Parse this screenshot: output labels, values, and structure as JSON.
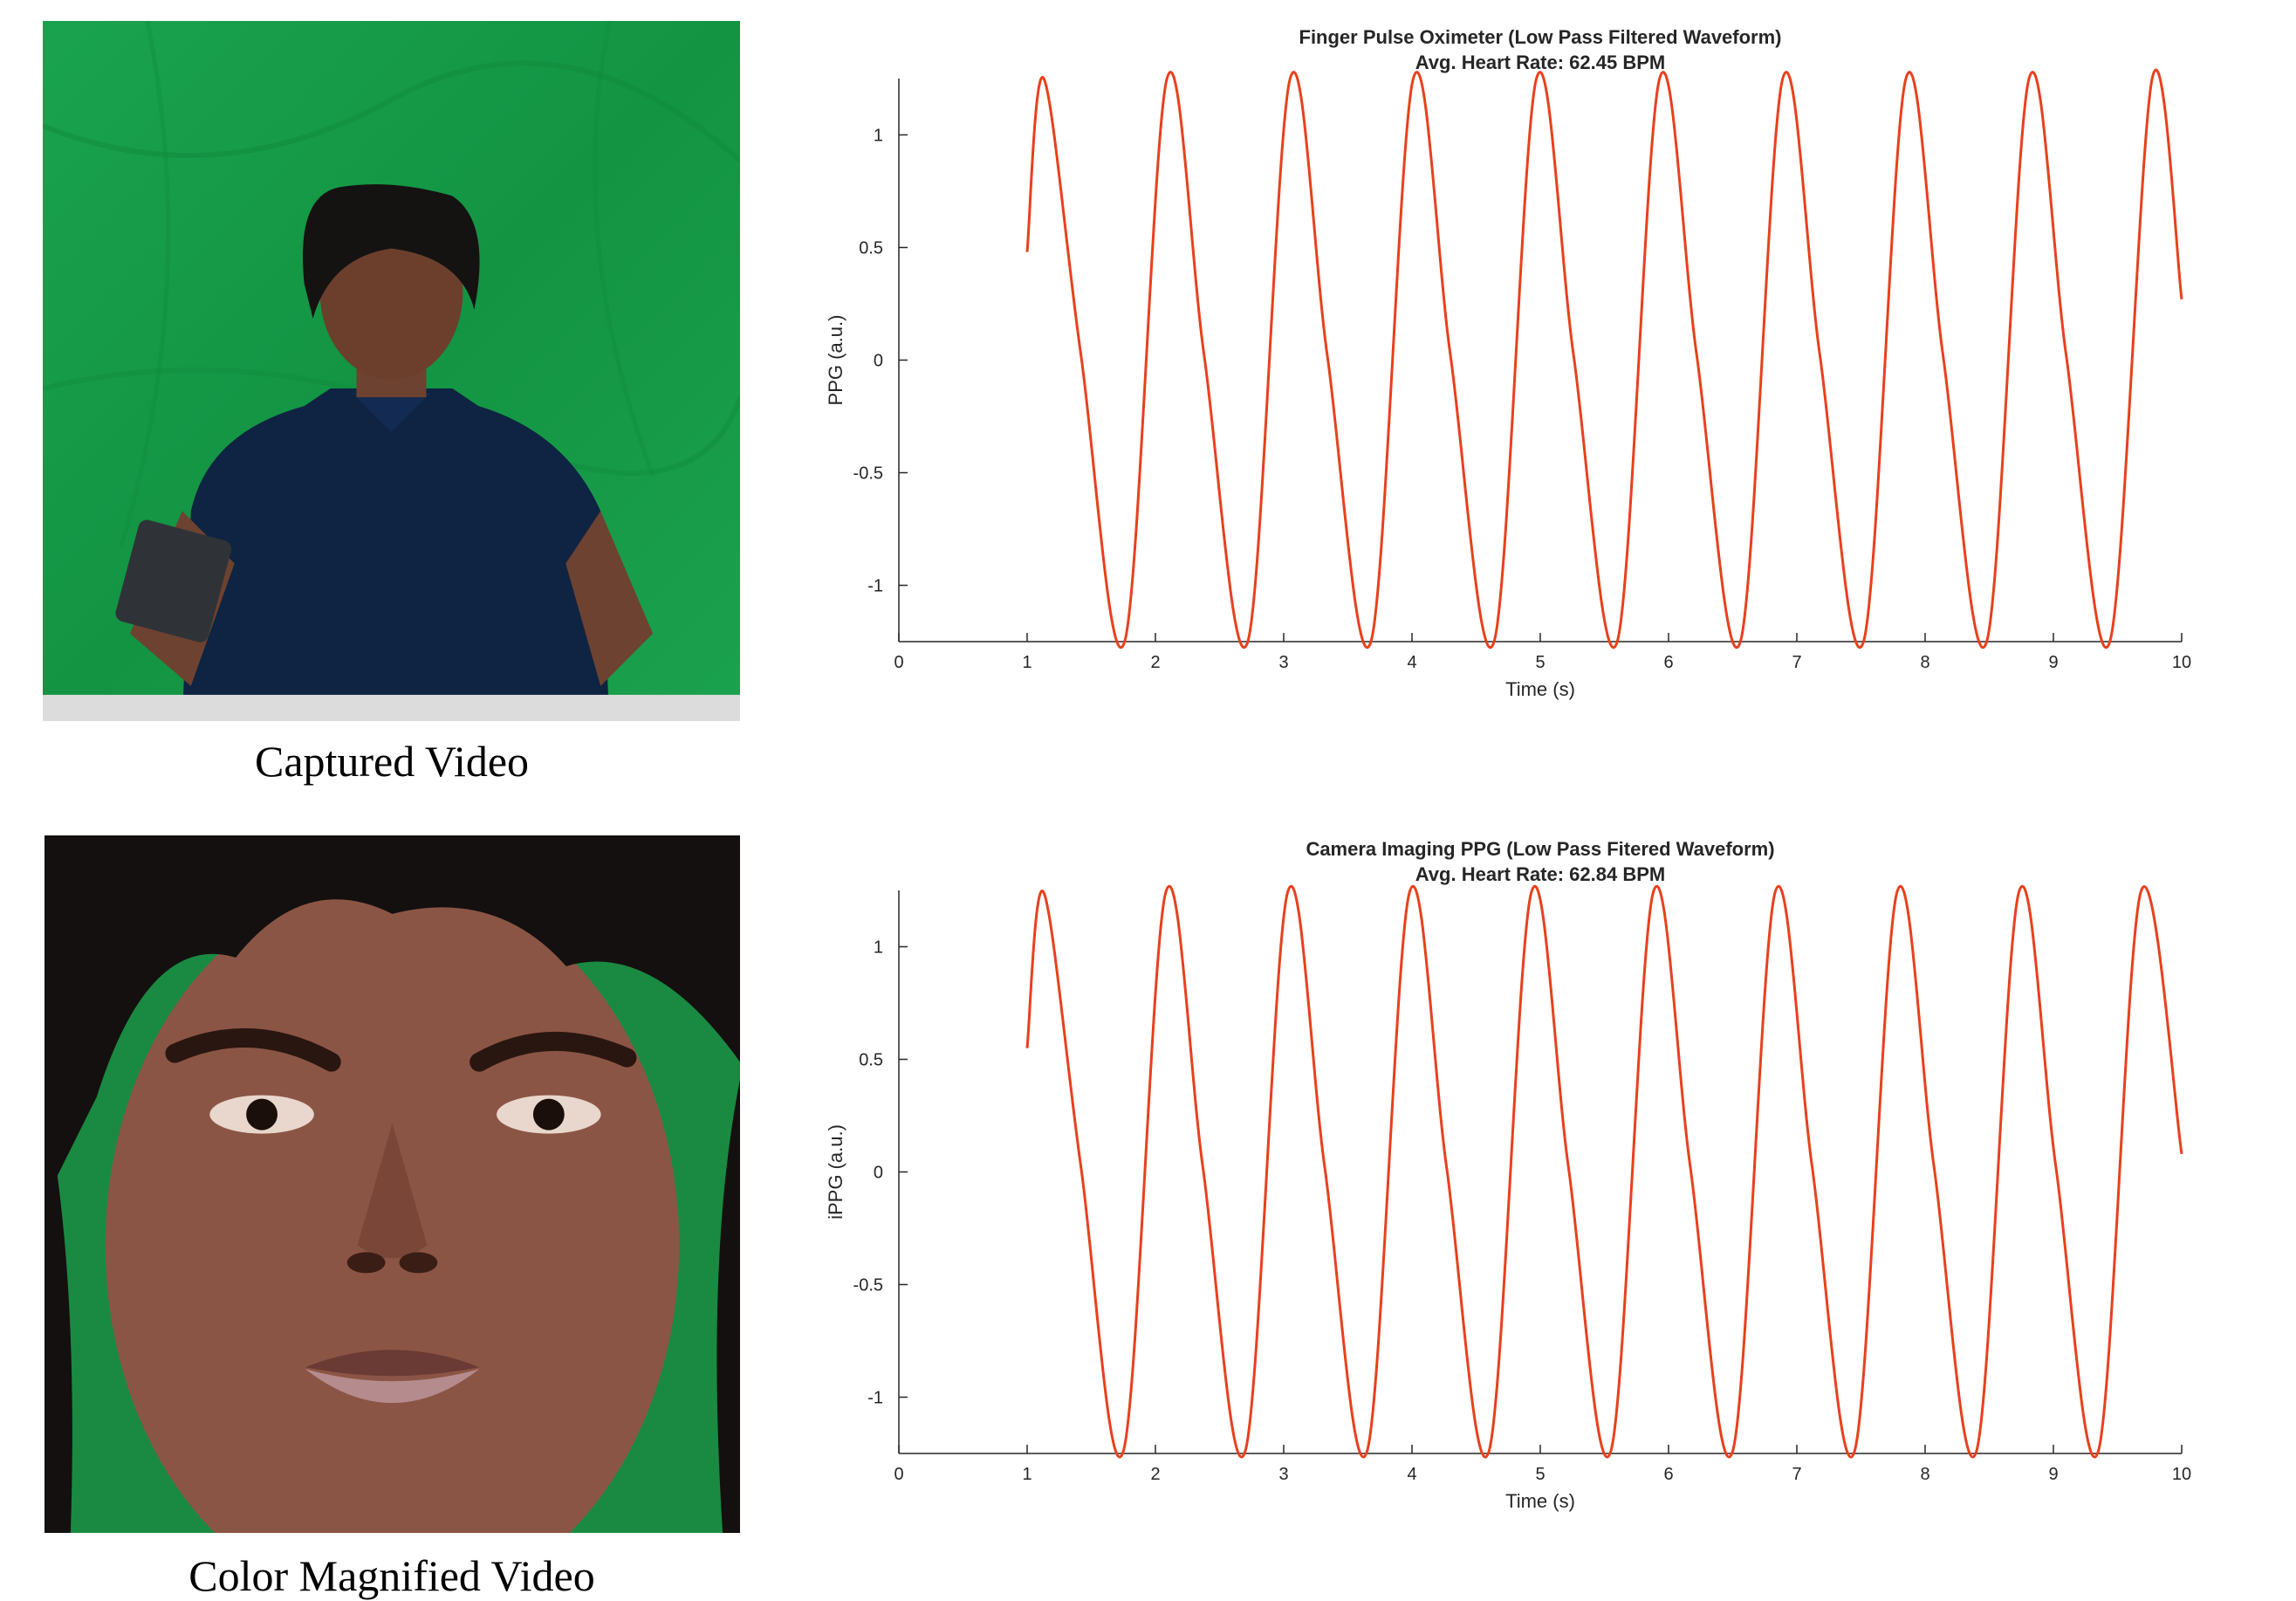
{
  "panels": {
    "top_caption": "Captured Video",
    "bottom_caption": "Color Magnified Video"
  },
  "colors": {
    "waveform": "#e8401c",
    "green_screen": "#169a46",
    "shirt": "#0f2342",
    "skin": "#7a4a38"
  },
  "chart_data": [
    {
      "type": "line",
      "title": "Finger Pulse Oximeter (Low Pass Filtered Waveform)",
      "subtitle": "Avg. Heart Rate: 62.45 BPM",
      "xlabel": "Time (s)",
      "ylabel": "PPG (a.u.)",
      "xlim": [
        0,
        10
      ],
      "ylim": [
        -1.25,
        1.25
      ],
      "xticks": [
        "0",
        "1",
        "2",
        "3",
        "4",
        "5",
        "6",
        "7",
        "8",
        "9",
        "10"
      ],
      "yticks": [
        "-1",
        "-0.5",
        "0",
        "0.5",
        "1"
      ],
      "grid": false,
      "series": [
        {
          "x": [
            1.0,
            1.13,
            1.42,
            1.76,
            2.09,
            2.38,
            2.72,
            3.05,
            3.34,
            3.68,
            4.01,
            4.3,
            4.64,
            4.97,
            5.26,
            5.6,
            5.93,
            6.22,
            6.56,
            6.89,
            7.18,
            7.52,
            7.85,
            8.14,
            8.48,
            8.81,
            9.1,
            9.44,
            9.77,
            10.0
          ],
          "y": [
            0.48,
            1.25,
            0.02,
            -1.25,
            1.25,
            0.02,
            -1.25,
            1.25,
            0.02,
            -1.25,
            1.25,
            0.02,
            -1.25,
            1.25,
            0.02,
            -1.25,
            1.25,
            0.02,
            -1.25,
            1.25,
            0.02,
            -1.25,
            1.25,
            0.02,
            -1.25,
            1.25,
            0.02,
            -1.25,
            1.25,
            0.27
          ]
        }
      ]
    },
    {
      "type": "line",
      "title": "Camera Imaging PPG (Low Pass Fitered Waveform)",
      "subtitle": "Avg. Heart Rate: 62.84 BPM",
      "xlabel": "Time (s)",
      "ylabel": "iPPG (a.u.)",
      "xlim": [
        0,
        10
      ],
      "ylim": [
        -1.25,
        1.25
      ],
      "xticks": [
        "0",
        "1",
        "2",
        "3",
        "4",
        "5",
        "6",
        "7",
        "8",
        "9",
        "10"
      ],
      "yticks": [
        "-1",
        "-0.5",
        "0",
        "0.5",
        "1"
      ],
      "grid": false,
      "series": [
        {
          "x": [
            1.0,
            1.13,
            1.42,
            1.75,
            2.08,
            2.37,
            2.7,
            3.03,
            3.32,
            3.65,
            3.98,
            4.27,
            4.6,
            4.93,
            5.22,
            5.55,
            5.88,
            6.17,
            6.5,
            6.83,
            7.12,
            7.45,
            7.78,
            8.07,
            8.4,
            8.73,
            9.02,
            9.35,
            9.68,
            10.0
          ],
          "y": [
            0.55,
            1.24,
            0.02,
            -1.24,
            1.24,
            0.02,
            -1.24,
            1.24,
            0.02,
            -1.24,
            1.24,
            0.02,
            -1.24,
            1.24,
            0.02,
            -1.24,
            1.24,
            0.02,
            -1.24,
            1.24,
            0.02,
            -1.24,
            1.24,
            0.02,
            -1.24,
            1.24,
            0.02,
            -1.24,
            1.24,
            0.08
          ]
        }
      ]
    }
  ]
}
